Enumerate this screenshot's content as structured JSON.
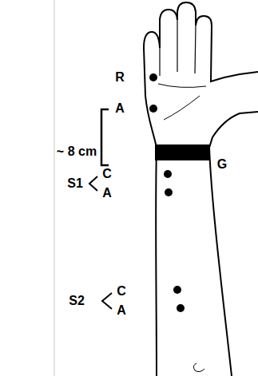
{
  "diagram": {
    "labels": [
      "R",
      "A",
      "~ 8 cm",
      "G",
      "S1",
      "C",
      "A",
      "S2",
      "C",
      "A"
    ]
  }
}
